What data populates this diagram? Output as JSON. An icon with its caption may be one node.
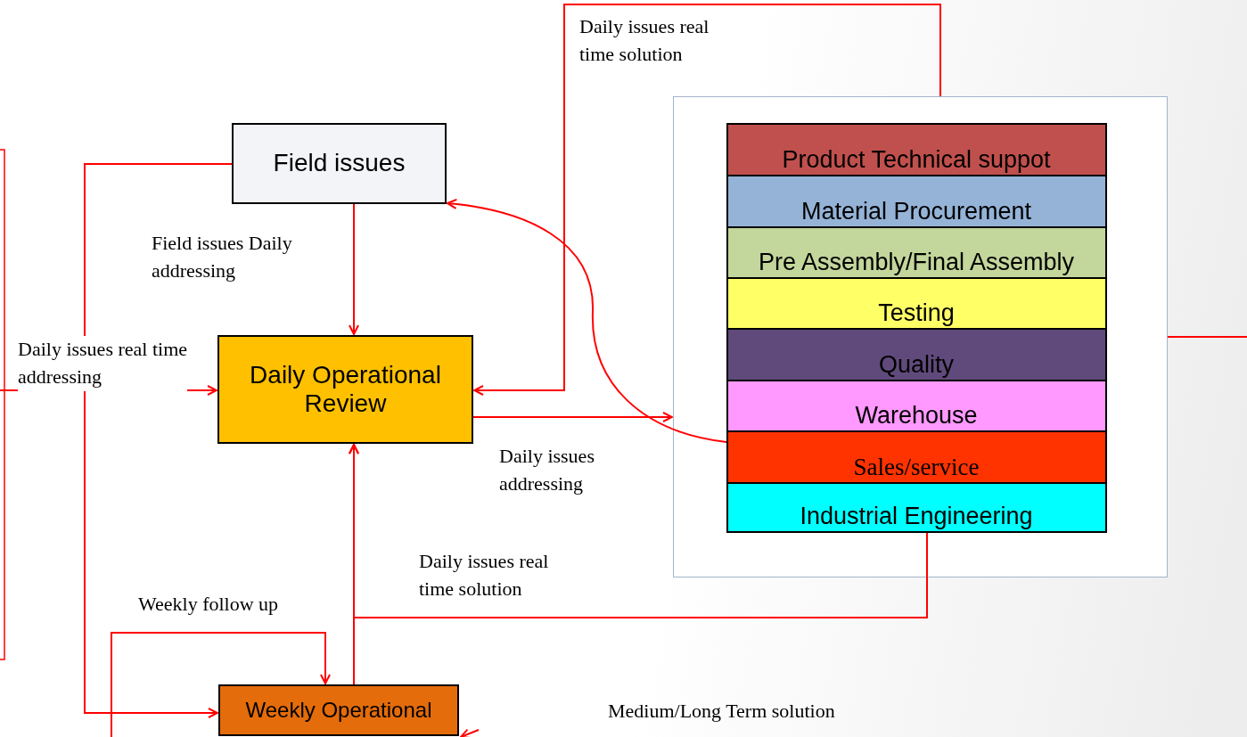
{
  "diagram": {
    "nodes": [
      {
        "text": [
          "Field issues"
        ]
      },
      {
        "text": [
          "Daily Operational Review"
        ]
      },
      {
        "text": [],
        "shape": "box"
      },
      {
        "text": [
          "Product Technical suppot"
        ],
        "in": 2
      },
      {
        "text": [
          "Material Procurement"
        ],
        "in": 2
      },
      {
        "text": [
          "Pre Assembly/Final Assembly"
        ],
        "in": 2
      },
      {
        "text": [
          "Testing"
        ],
        "in": 2
      },
      {
        "text": [
          "Quality"
        ],
        "in": 2
      },
      {
        "text": [
          "Warehouse"
        ],
        "in": 2
      },
      {
        "text": [
          "Sales/service"
        ],
        "in": 2
      },
      {
        "text": [
          "Industrial Engineering"
        ],
        "in": 2
      },
      {
        "text": [
          "Weekly Operational"
        ]
      }
    ],
    "edges": [
      {
        "from": 0,
        "to": 1,
        "arrow": "to",
        "label": "Field issues Daily addressing"
      },
      {
        "from": 0,
        "to": 11,
        "arrow": "to"
      },
      {
        "from": null,
        "to": 1,
        "arrow": "to",
        "label": "Daily issues real time addressing"
      },
      {
        "from": 2,
        "to": 1,
        "arrow": "to",
        "label": "Daily issues real time solution"
      },
      {
        "from": 1,
        "to": 2,
        "arrow": "to",
        "label": "Daily issues addressing"
      },
      {
        "from": 9,
        "to": 0,
        "arrow": "to"
      },
      {
        "from": 10,
        "to": 1,
        "arrow": "to",
        "label": "Daily issues real time solution"
      },
      {
        "from": 11,
        "to": 1,
        "arrow": "to"
      },
      {
        "from": null,
        "to": 11,
        "arrow": "to",
        "label": "Weekly follow up"
      },
      {
        "from": 2,
        "to": null,
        "arrow": "none"
      },
      {
        "from": null,
        "to": 11,
        "arrow": "to"
      }
    ],
    "labels": [
      "Medium/Long Term solution"
    ]
  }
}
